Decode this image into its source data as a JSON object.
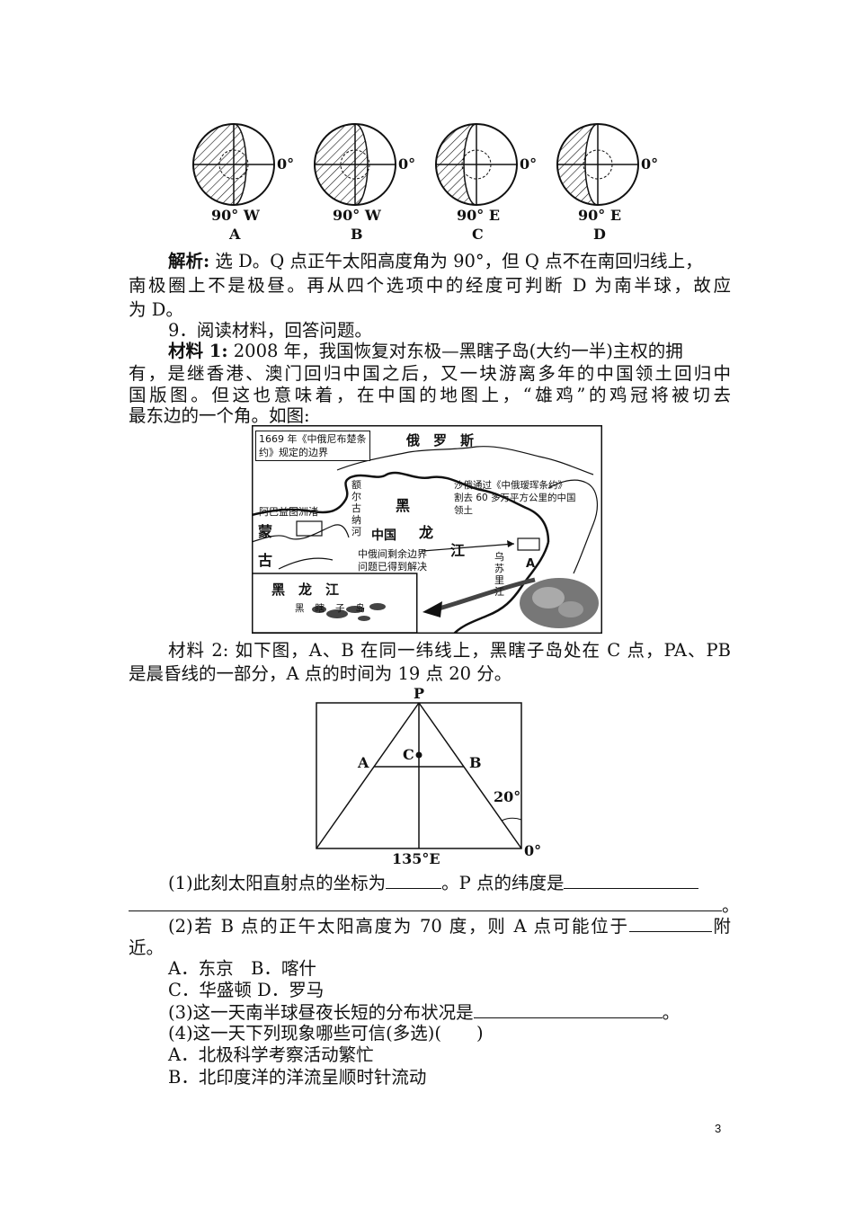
{
  "globes": {
    "items": [
      {
        "letter": "A",
        "meridian": "90° W",
        "equator": "0°"
      },
      {
        "letter": "B",
        "meridian": "90° W",
        "equator": "0°"
      },
      {
        "letter": "C",
        "meridian": "90° E",
        "equator": "0°"
      },
      {
        "letter": "D",
        "meridian": "90° E",
        "equator": "0°"
      }
    ]
  },
  "analysis": {
    "label": "解析:",
    "line1": " 选 D。Q 点正午太阳高度角为 90°，但 Q 点不在南回归线上，",
    "line2": "南极圈上不是极昼。再从四个选项中的经度可判断 D 为南半球，故应",
    "line3": "为 D。"
  },
  "q9": {
    "title": "9．阅读材料，回答问题。",
    "m1_label": "材料 1:",
    "m1_line1": " 2008 年，我国恢复对东极—黑瞎子岛(大约一半)主权的拥",
    "m1_line2": "有，是继香港、澳门回归中国之后，又一块游离多年的中国领土回归中",
    "m1_line3": "国版图。但这也意味着，在中国的地图上，“雄鸡”的鸡冠将被切去",
    "m1_line4": "最东边的一个角。如图:",
    "m2_line1": "材料 2: 如下图，A、B 在同一纬线上，黑瞎子岛处在 C 点，PA、PB",
    "m2_line2": "是晨昏线的一部分，A 点的时间为 19 点 20 分。"
  },
  "map": {
    "russia": "俄　罗　斯",
    "treaty1_line1": "1669 年《中俄尼布楚条",
    "treaty1_line2": "约》规定的边界",
    "treaty2_line1": "沙俄通过《中俄瑷珲条约》",
    "treaty2_line2": "割去 60 多万平方公里的中国",
    "treaty2_line3": "领土",
    "argun_river": "额尔古纳河",
    "abagaitu": "阿巴益图洲渚",
    "heilongjiang_hei": "黑",
    "china": "中国",
    "heilongjiang_long": "龙",
    "heilongjiang_jiang": "江",
    "mongolia_1": "蒙",
    "mongolia_2": "古",
    "remaining_line1": "中俄间剩余边界",
    "remaining_line2": "问题已得到解决",
    "wusuli_river": "乌苏里江",
    "point_a": "A",
    "inset_title": "黑　龙　江",
    "inset_island": "黑瞎子岛"
  },
  "triangle": {
    "p": "P",
    "a": "A",
    "b": "B",
    "c": "C",
    "angle": "20°",
    "meridian": "135°E",
    "equator": "0°"
  },
  "questions": {
    "q1_text1": "(1)此刻太阳直射点的坐标为",
    "q1_text2": "。P 点的纬度是",
    "q1_end": "。",
    "q2_text1": "(2)若 B 点的正午太阳高度为 70 度，则 A 点可能位于",
    "q2_text2": "附",
    "q2_text3": "近。",
    "q2_opt1": "A．东京　B．喀什",
    "q2_opt2": "C．华盛顿  D．罗马",
    "q3_text1": "(3)这一天南半球昼夜长短的分布状况是",
    "q3_end": "。",
    "q4_text": "(4)这一天下列现象哪些可信(多选)(　　)",
    "q4_opt1": "A．北极科学考察活动繁忙",
    "q4_opt2": "B．北印度洋的洋流呈顺时针流动"
  },
  "page_number": "3"
}
